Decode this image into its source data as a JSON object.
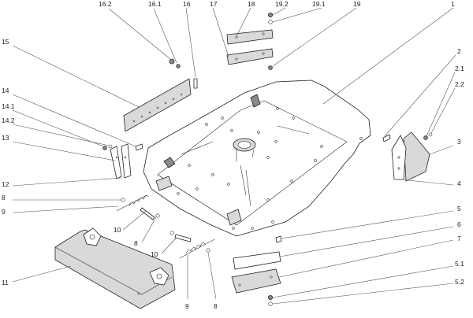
{
  "diagram": {
    "callouts": [
      {
        "id": "c16_2",
        "text": "16.2"
      },
      {
        "id": "c16_1",
        "text": "16.1"
      },
      {
        "id": "c16",
        "text": "16"
      },
      {
        "id": "c17",
        "text": "17"
      },
      {
        "id": "c18",
        "text": "18"
      },
      {
        "id": "c19_2",
        "text": "19.2"
      },
      {
        "id": "c19_1",
        "text": "19.1"
      },
      {
        "id": "c19",
        "text": "19"
      },
      {
        "id": "c1",
        "text": "1"
      },
      {
        "id": "c15",
        "text": "15"
      },
      {
        "id": "c2",
        "text": "2"
      },
      {
        "id": "c2_1",
        "text": "2.1"
      },
      {
        "id": "c2_2",
        "text": "2.2"
      },
      {
        "id": "c14",
        "text": "14"
      },
      {
        "id": "c14_1",
        "text": "14.1"
      },
      {
        "id": "c14_2",
        "text": "14.2"
      },
      {
        "id": "c13",
        "text": "13"
      },
      {
        "id": "c3",
        "text": "3"
      },
      {
        "id": "c4",
        "text": "4"
      },
      {
        "id": "c12",
        "text": "12"
      },
      {
        "id": "c8a",
        "text": "8"
      },
      {
        "id": "c9a",
        "text": "9"
      },
      {
        "id": "c10a",
        "text": "10"
      },
      {
        "id": "c5",
        "text": "5"
      },
      {
        "id": "c6",
        "text": "6"
      },
      {
        "id": "c8b",
        "text": "8"
      },
      {
        "id": "c7",
        "text": "7"
      },
      {
        "id": "c10b",
        "text": "10"
      },
      {
        "id": "c5_1",
        "text": "5.1"
      },
      {
        "id": "c11",
        "text": "11"
      },
      {
        "id": "c5_2",
        "text": "5.2"
      },
      {
        "id": "c9b",
        "text": "9"
      },
      {
        "id": "c8c",
        "text": "8"
      }
    ]
  }
}
